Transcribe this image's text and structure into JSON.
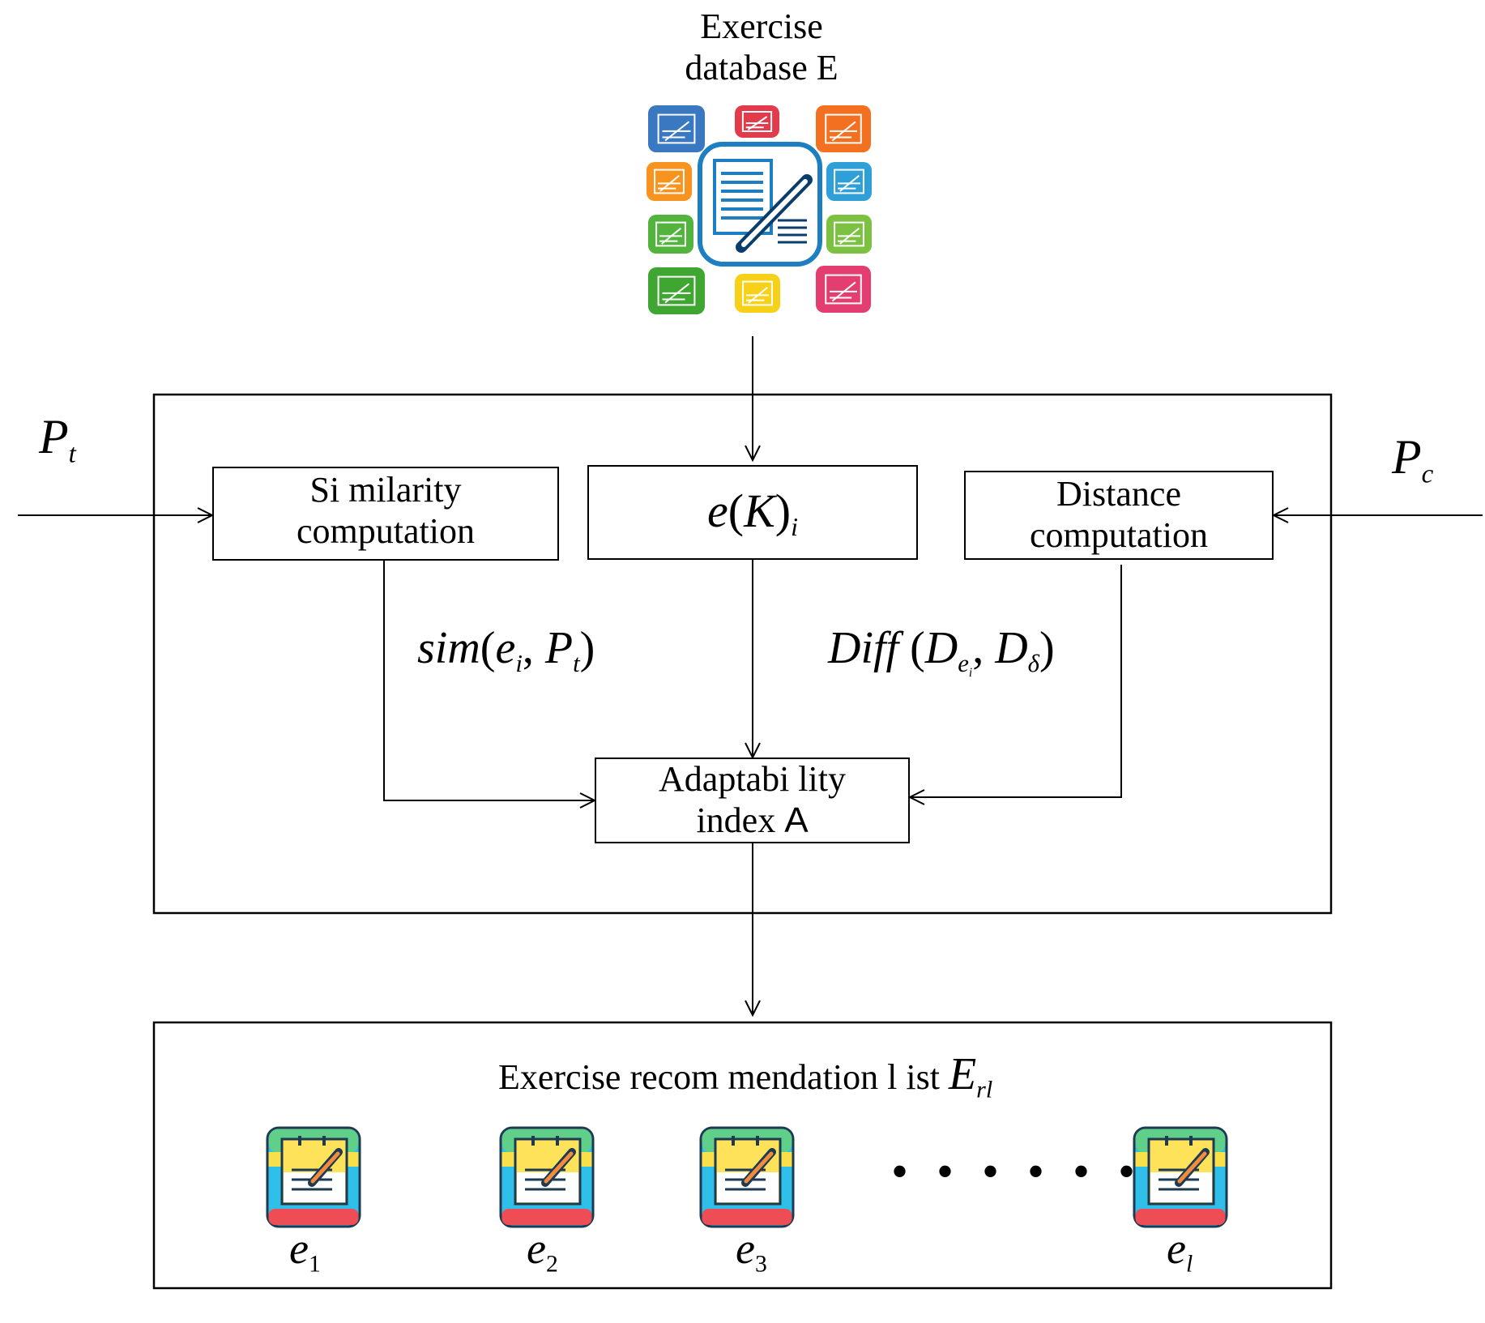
{
  "database": {
    "title_line1": "Exercise",
    "title_line2": "database E",
    "tile_colors": [
      "#3a78c2",
      "#e23b4b",
      "#f37021",
      "#f7931e",
      "#2f9fd8",
      "#52b43c",
      "#7dc142",
      "#40a632",
      "#f7d117",
      "#e43d6f"
    ],
    "center_color": "#1d7fc2"
  },
  "inputs": {
    "pt": {
      "base": "P",
      "sub": "t"
    },
    "pc": {
      "base": "P",
      "sub": "c"
    }
  },
  "boxes": {
    "similarity": {
      "line1": "Si milarity",
      "line2": "computation"
    },
    "ek": {
      "base": "e",
      "open": "(",
      "k": "K",
      "close": ")",
      "sub": "i"
    },
    "distance": {
      "line1": "Distance",
      "line2": "computation"
    },
    "adaptability": {
      "line1": "Adaptabi lity",
      "line2": "index ",
      "line2_symbol": "A"
    }
  },
  "formulas": {
    "sim": {
      "fn": "sim",
      "open": "(",
      "e": "e",
      "e_sub": "i",
      "comma": ", ",
      "p": "P",
      "p_sub": "t",
      "close": ")"
    },
    "diff": {
      "fn": "Diff",
      "open": " (",
      "d1": "D",
      "d1_sub": "e",
      "d1_subsub": "i",
      "comma": ", ",
      "d2": "D",
      "d2_sub": "δ",
      "close": ")"
    }
  },
  "recommendation": {
    "title": "Exercise recom mendation l ist ",
    "symbol": {
      "base": "E",
      "sub": "rl"
    },
    "items": [
      {
        "base": "e",
        "sub": "1"
      },
      {
        "base": "e",
        "sub": "2"
      },
      {
        "base": "e",
        "sub": "3"
      },
      {
        "base": "e",
        "sub": "l"
      }
    ],
    "ellipsis": "• • • • • •",
    "icon_colors": {
      "top": "#5fcf8a",
      "middle": "#2fbfe8",
      "bottom": "#ef4d55",
      "page": "#fde25a",
      "yellow_band": "#f9e04b"
    }
  }
}
